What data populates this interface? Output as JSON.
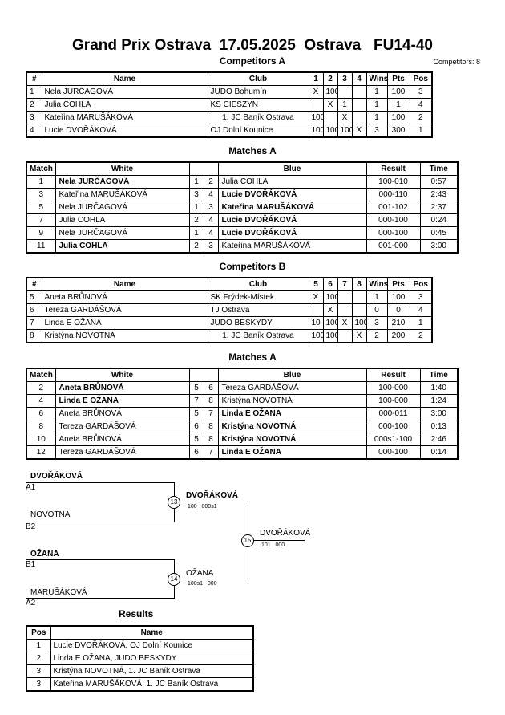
{
  "header": {
    "title": "Grand Prix Ostrava  17.05.2025  Ostrava   FU14-40",
    "competitors_count": "Competitors: 8"
  },
  "competitors_a": {
    "heading": "Competitors A",
    "columns": [
      "#",
      "Name",
      "Club",
      "1",
      "2",
      "3",
      "4",
      "Wins",
      "Pts",
      "Pos"
    ],
    "rows": [
      [
        "1",
        "Nela JURČAGOVÁ",
        "JUDO Bohumín",
        "X",
        "100",
        "",
        "",
        "1",
        "100",
        "3"
      ],
      [
        "2",
        "Julia COHLA",
        "KS CIESZYN",
        "",
        "X",
        "1",
        "",
        "1",
        "1",
        "4"
      ],
      [
        "3",
        "Kateřina MARUŠÁKOVÁ",
        "1. JC Baník Ostrava",
        "100",
        "",
        "X",
        "",
        "1",
        "100",
        "2"
      ],
      [
        "4",
        "Lucie DVOŘÁKOVÁ",
        "OJ Dolní Kounice",
        "100",
        "100",
        "100",
        "X",
        "3",
        "300",
        "1"
      ]
    ]
  },
  "matches_a": {
    "heading": "Matches A",
    "columns": [
      "Match",
      "White",
      "",
      "",
      "Blue",
      "Result",
      "Time"
    ],
    "rows": [
      [
        "1",
        "Nela JURČAGOVÁ",
        "1",
        "2",
        "Julia COHLA",
        "100-010",
        "0:57",
        "w"
      ],
      [
        "3",
        "Kateřina MARUŠÁKOVÁ",
        "3",
        "4",
        "Lucie DVOŘÁKOVÁ",
        "000-110",
        "2:43",
        "b"
      ],
      [
        "5",
        "Nela JURČAGOVÁ",
        "1",
        "3",
        "Kateřina MARUŠÁKOVÁ",
        "001-102",
        "2:37",
        "b"
      ],
      [
        "7",
        "Julia COHLA",
        "2",
        "4",
        "Lucie DVOŘÁKOVÁ",
        "000-100",
        "0:24",
        "b"
      ],
      [
        "9",
        "Nela JURČAGOVÁ",
        "1",
        "4",
        "Lucie DVOŘÁKOVÁ",
        "000-100",
        "0:45",
        "b"
      ],
      [
        "11",
        "Julia COHLA",
        "2",
        "3",
        "Kateřina MARUŠÁKOVÁ",
        "001-000",
        "3:00",
        "w"
      ]
    ]
  },
  "competitors_b": {
    "heading": "Competitors B",
    "columns": [
      "#",
      "Name",
      "Club",
      "5",
      "6",
      "7",
      "8",
      "Wins",
      "Pts",
      "Pos"
    ],
    "rows": [
      [
        "5",
        "Aneta BRŮNOVÁ",
        "SK Frýdek-Místek",
        "X",
        "100",
        "",
        "",
        "1",
        "100",
        "3"
      ],
      [
        "6",
        "Tereza GARDÁŠOVÁ",
        "TJ Ostrava",
        "",
        "X",
        "",
        "",
        "0",
        "0",
        "4"
      ],
      [
        "7",
        "Linda E OŽANA",
        "JUDO BESKYDY",
        "10",
        "100",
        "X",
        "100",
        "3",
        "210",
        "1"
      ],
      [
        "8",
        "Kristýna NOVOTNÁ",
        "1. JC Baník Ostrava",
        "100",
        "100",
        "",
        "X",
        "2",
        "200",
        "2"
      ]
    ]
  },
  "matches_b": {
    "heading": "Matches A",
    "columns": [
      "Match",
      "White",
      "",
      "",
      "Blue",
      "Result",
      "Time"
    ],
    "rows": [
      [
        "2",
        "Aneta BRŮNOVÁ",
        "5",
        "6",
        "Tereza GARDÁŠOVÁ",
        "100-000",
        "1:40",
        "w"
      ],
      [
        "4",
        "Linda E OŽANA",
        "7",
        "8",
        "Kristýna NOVOTNÁ",
        "100-000",
        "1:24",
        "w"
      ],
      [
        "6",
        "Aneta BRŮNOVÁ",
        "5",
        "7",
        "Linda E OŽANA",
        "000-011",
        "3:00",
        "b"
      ],
      [
        "8",
        "Tereza GARDÁŠOVÁ",
        "6",
        "8",
        "Kristýna NOVOTNÁ",
        "000-100",
        "0:13",
        "b"
      ],
      [
        "10",
        "Aneta BRŮNOVÁ",
        "5",
        "8",
        "Kristýna NOVOTNÁ",
        "000s1-100",
        "2:46",
        "b"
      ],
      [
        "12",
        "Tereza GARDÁŠOVÁ",
        "6",
        "7",
        "Linda E OŽANA",
        "000-100",
        "0:14",
        "b"
      ]
    ]
  },
  "bracket": {
    "sf1_top_name": "DVOŘÁKOVÁ",
    "sf1_top_seed": "A1",
    "sf1_bot_name": "NOVOTNÁ",
    "sf1_bot_seed": "B2",
    "sf1_match": "13",
    "sf1_winner": "DVOŘÁKOVÁ",
    "sf1_score": "100   000s1",
    "sf2_top_name": "OŽANA",
    "sf2_top_seed": "B1",
    "sf2_bot_name": "MARUŠÁKOVÁ",
    "sf2_bot_seed": "A2",
    "sf2_match": "14",
    "sf2_winner": "OŽANA",
    "sf2_score": "100s1   000",
    "final_match": "15",
    "final_winner": "DVOŘÁKOVÁ",
    "final_score": "101   000"
  },
  "results": {
    "heading": "Results",
    "columns": [
      "Pos",
      "Name"
    ],
    "rows": [
      [
        "1",
        "Lucie DVOŘÁKOVÁ, OJ Dolní Kounice"
      ],
      [
        "2",
        "Linda E OŽANA, JUDO BESKYDY"
      ],
      [
        "3",
        "Kristýna NOVOTNÁ, 1. JC Baník Ostrava"
      ],
      [
        "3",
        "Kateřina MARUŠÁKOVÁ, 1. JC Baník Ostrava"
      ]
    ]
  }
}
